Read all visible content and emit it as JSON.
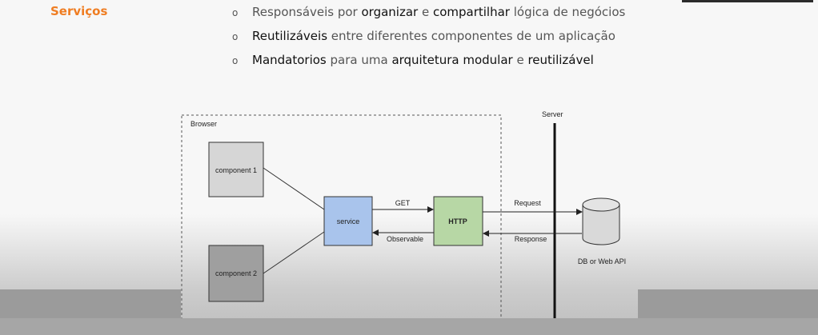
{
  "header": {
    "section_title": "Serviços",
    "bullets": [
      [
        {
          "t": "Responsáveis por ",
          "b": false
        },
        {
          "t": "organizar",
          "b": true
        },
        {
          "t": " e ",
          "b": false
        },
        {
          "t": "compartilhar",
          "b": true
        },
        {
          "t": " lógica de negócios",
          "b": false
        }
      ],
      [
        {
          "t": "Reutilizáveis",
          "b": true
        },
        {
          "t": " entre diferentes componentes de um aplicação",
          "b": false
        }
      ],
      [
        {
          "t": "Mandatorios",
          "b": true
        },
        {
          "t": " para uma ",
          "b": false
        },
        {
          "t": "arquitetura modular",
          "b": true
        },
        {
          "t": " e ",
          "b": false
        },
        {
          "t": "reutilizável",
          "b": true
        }
      ]
    ],
    "bullet_marker": "o"
  },
  "diagram": {
    "browser_label": "Browser",
    "server_label": "Server",
    "component1_label": "component 1",
    "component2_label": "component 2",
    "service_label": "service",
    "http_label": "HTTP",
    "get_label": "GET",
    "observable_label": "Observable",
    "request_label": "Request",
    "response_label": "Response",
    "db_label": "DB or Web API",
    "colors": {
      "service_fill": "#a9c4ec",
      "http_fill": "#b7d7a5",
      "component1_fill": "#d6d6d6",
      "component2_fill": "#9f9f9f",
      "accent": "#ef7d22"
    }
  }
}
